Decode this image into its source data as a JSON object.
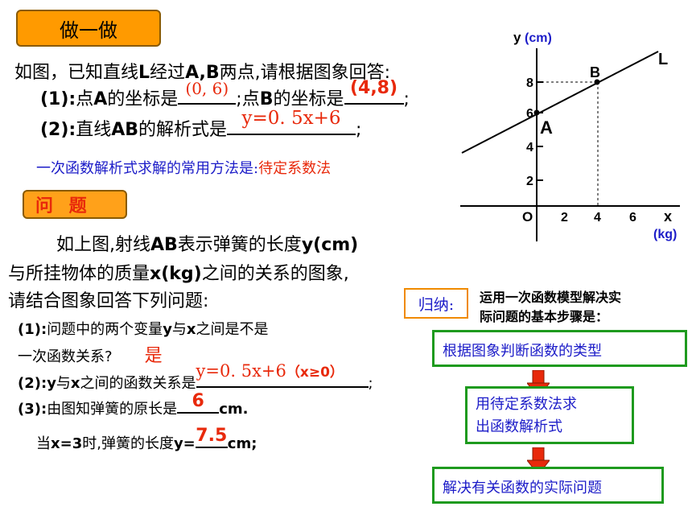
{
  "header_tag": "做一做",
  "intro": {
    "prefix": "如图，已知直线",
    "L": "L",
    "mid": "经过",
    "AB": "A,B",
    "suffix": "两点,请根据图象回答:"
  },
  "q1": {
    "label": "(1):",
    "text_a": "点",
    "A": "A",
    "text_b": "的坐标是",
    "answer_a": "(0, 6)",
    "text_c": ";点",
    "B": "B",
    "text_d": "的坐标是",
    "answer_b": "(4,8)",
    "end": ";"
  },
  "q2": {
    "label": "(2):",
    "text_a": "直线",
    "AB": "AB",
    "text_b": "的解析式是",
    "answer": "y=0. 5x+6",
    "end": ";"
  },
  "method": {
    "text": "一次函数解析式求解的常用方法是:",
    "answer": "待定系数法"
  },
  "problem_tag": "问 题",
  "problem": {
    "line1_a": "如上图,射线",
    "line1_b": "AB",
    "line1_c": "表示弹簧的长度",
    "line1_d": "y(cm)",
    "line2_a": "与所挂物体的质量",
    "line2_b": "x(kg)",
    "line2_c": "之间的关系的图象,",
    "line3": "请结合图象回答下列问题:"
  },
  "p1": {
    "label": "(1):",
    "text_a": "问题中的两个变量",
    "y": "y",
    "text_b": "与",
    "x": "x",
    "text_c": "之间是不是",
    "text_d": "一次函数关系?",
    "answer": "是"
  },
  "p2": {
    "label": "(2):",
    "text_a": "y",
    "text_b": "与",
    "text_c": "x",
    "text_d": "之间的函数关系是",
    "answer": "y=0. 5x+6",
    "answer_note": "（x≥0）",
    "end": ";"
  },
  "p3": {
    "label": "(3):",
    "text_a": "由图知弹簧的原长是",
    "answer": "6",
    "unit": "cm."
  },
  "p4": {
    "text_a": "当",
    "text_b": "x=3",
    "text_c": "时,弹簧的长度",
    "text_d": "y=",
    "answer": "7.5",
    "unit": "cm;"
  },
  "summary": {
    "tag": "归纳:",
    "heading_1": "运用一次函数模型解决实",
    "heading_2": "际问题的基本步骤是：",
    "step1": "根据图象判断函数的类型",
    "step2_1": "用待定系数法求",
    "step2_2": "出函数解析式",
    "step3": "解决有关函数的实际问题"
  },
  "graph": {
    "y_label": "y",
    "y_unit": "(cm)",
    "x_label": "x",
    "x_unit": "(kg)",
    "origin": "O",
    "line_label": "L",
    "point_a": "A",
    "point_b": "B",
    "x_ticks": [
      "2",
      "4",
      "6"
    ],
    "y_ticks": [
      "2",
      "4",
      "6",
      "8"
    ],
    "colors": {
      "axis": "#000000",
      "unit": "#1c1cc8",
      "point_label": "#000000"
    }
  }
}
